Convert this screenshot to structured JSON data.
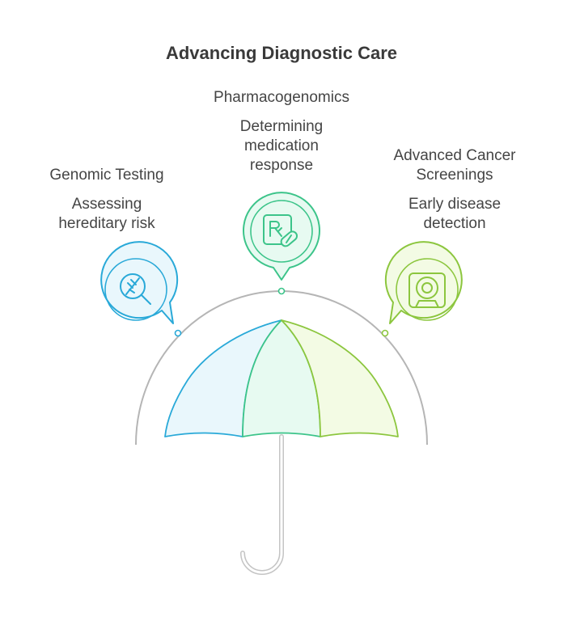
{
  "title": "Advancing Diagnostic Care",
  "items": [
    {
      "heading": "Genomic Testing",
      "description": "Assessing hereditary risk",
      "icon": "dna-magnifier-icon",
      "color": "#29a9d8",
      "fill": "#e9f7fc"
    },
    {
      "heading": "Pharmacogenomics",
      "description": "Determining medication response",
      "icon": "prescription-pill-icon",
      "color": "#3cc48a",
      "fill": "#e7faf1"
    },
    {
      "heading": "Advanced Cancer Screenings",
      "description": "Early disease detection",
      "icon": "mri-scanner-icon",
      "color": "#8cc63e",
      "fill": "#f3fbe4"
    }
  ],
  "colors": {
    "arc": "#b5b5b5",
    "handle": "#bdbdbd",
    "text": "#454545"
  }
}
